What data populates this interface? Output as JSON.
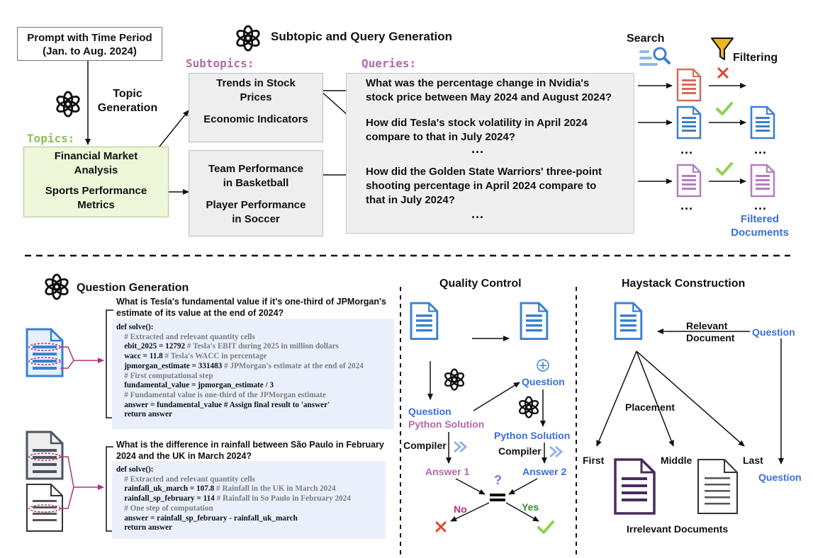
{
  "top": {
    "prompt_line1": "Prompt with Time Period",
    "prompt_line2": "(Jan. to Aug. 2024)",
    "topic_generation_line1": "Topic",
    "topic_generation_line2": "Generation",
    "topics_tag": "Topics:",
    "topics": [
      "Financial Market",
      "Analysis",
      "Sports Performance",
      "Metrics"
    ],
    "subtopic_title": "Subtopic and Query Generation",
    "subtopics_tag": "Subtopics:",
    "subtopics_a": [
      "Trends in Stock",
      "Prices",
      "Economic Indicators"
    ],
    "subtopics_b": [
      "Team Performance",
      "in Basketball",
      "Player Performance",
      "in Soccer"
    ],
    "queries_tag": "Queries:",
    "queries": [
      "What was the percentage change in Nvidia's",
      "stock price between May 2024 and August 2024?",
      "How did Tesla's stock volatility in April 2024",
      "compare to that in July 2024?",
      "How did the Golden State Warriors' three-point",
      "shooting percentage in April 2024 compare to",
      "that in July 2024?"
    ],
    "ellipsis": "...",
    "search_label": "Search",
    "filtering_label": "Filtering",
    "filtered_docs_line1": "Filtered",
    "filtered_docs_line2": "Documents"
  },
  "question_generation": {
    "title": "Question Generation",
    "q1_line1": "What is Tesla's fundamental value if it's  one-third of JPMorgan's",
    "q1_line2": "estimate of its value at the end of 2024?",
    "code1": [
      [
        "def solve():",
        ""
      ],
      [
        "",
        "    # Extracted and relevant quantity cells"
      ],
      [
        "    ebit_2025 = 12792 ",
        "# Tesla's EBIT during 2025 in million dollars"
      ],
      [
        "    wacc = 11.8 ",
        "# Tesla's WACC in percentage"
      ],
      [
        "    jpmorgan_estimate = 331483 ",
        "# JPMorgan's estimate at the end of 2024"
      ],
      [
        "",
        "    # First computational step"
      ],
      [
        "    fundamental_value = jpmorgan_estimate / 3",
        ""
      ],
      [
        "",
        "    # Fundamental value is one-third of the JPMorgan estimate"
      ],
      [
        "    answer = fundamental_value # Assign final result to 'answer'",
        ""
      ],
      [
        "    return answer",
        ""
      ]
    ],
    "q2_line1": "What is the difference in rainfall between São Paulo in February",
    "q2_line2": "2024 and the UK in March 2024?",
    "code2": [
      [
        "def solve():",
        ""
      ],
      [
        "",
        "    # Extracted and relevant quantity cells"
      ],
      [
        "    rainfall_uk_march = 107.8 ",
        "# Rainfall in the UK in March 2024"
      ],
      [
        "    rainfall_sp_february = 114 ",
        "# Rainfall in So Paulo in February 2024"
      ],
      [
        "",
        "    # One step of computation"
      ],
      [
        "    answer = rainfall_sp_february - rainfall_uk_march",
        ""
      ],
      [
        "    return answer",
        ""
      ]
    ]
  },
  "quality_control": {
    "title": "Quality Control",
    "question": "Question",
    "python_solution": "Python Solution",
    "compiler": "Compiler",
    "answer1": "Answer 1",
    "answer2": "Answer 2",
    "question_mark": "?",
    "no": "No",
    "yes": "Yes",
    "plus": "+"
  },
  "haystack": {
    "title": "Haystack Construction",
    "relevant_line1": "Relevant",
    "relevant_line2": "Document",
    "question": "Question",
    "placement": "Placement",
    "first": "First",
    "middle": "Middle",
    "last": "Last",
    "irrelevant": "Irrelevant Documents"
  },
  "colors": {
    "doc_blue": "#3a7fd0",
    "doc_red": "#d9695c",
    "doc_purple": "#b47cc0",
    "check_green": "#8fd14f",
    "cross_red": "#e0452b",
    "label_blue": "#3b6fd8",
    "label_pink": "#b06aa8"
  }
}
